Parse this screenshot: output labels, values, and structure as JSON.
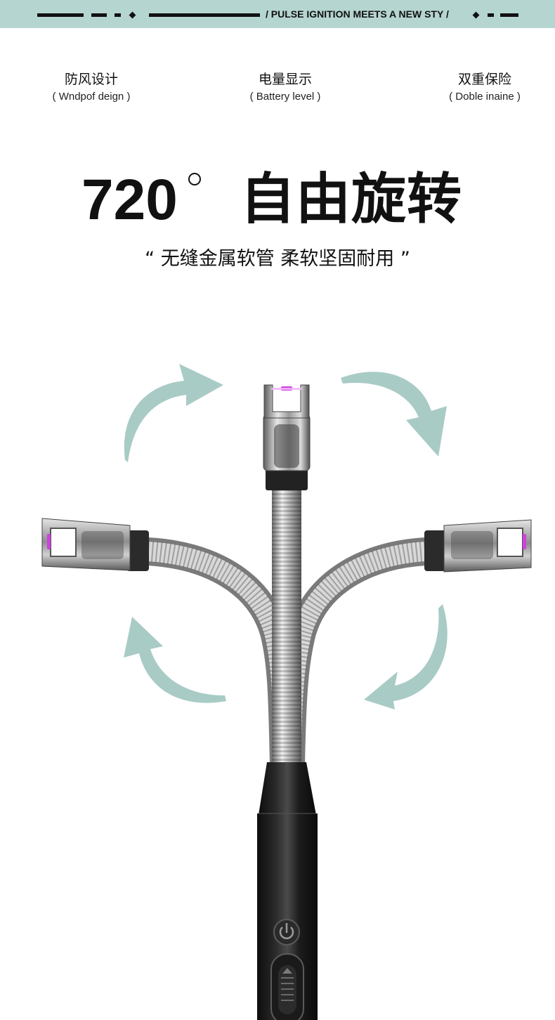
{
  "banner": {
    "text": "/ PULSE IGNITION MEETS A NEW STY /",
    "background_color": "#b5d5d0"
  },
  "features": [
    {
      "label_cn": "防风设计",
      "label_en": "( Wndpof deign )"
    },
    {
      "label_cn": "电量显示",
      "label_en": "( Battery level )"
    },
    {
      "label_cn": "双重保险",
      "label_en": "( Doble inaine )"
    }
  ],
  "headline": {
    "number": "720",
    "text_cn": "自由旋转"
  },
  "slogan": "“ 无缝金属软管 柔软坚固耐用 ”",
  "product_image": {
    "description_icons": [
      "lighter-head-icon",
      "flexible-hose-icon",
      "power-button-icon",
      "rotation-arrow-icon"
    ],
    "arrow_color": "#a9cbc6",
    "arc_color": "#d040e0"
  }
}
